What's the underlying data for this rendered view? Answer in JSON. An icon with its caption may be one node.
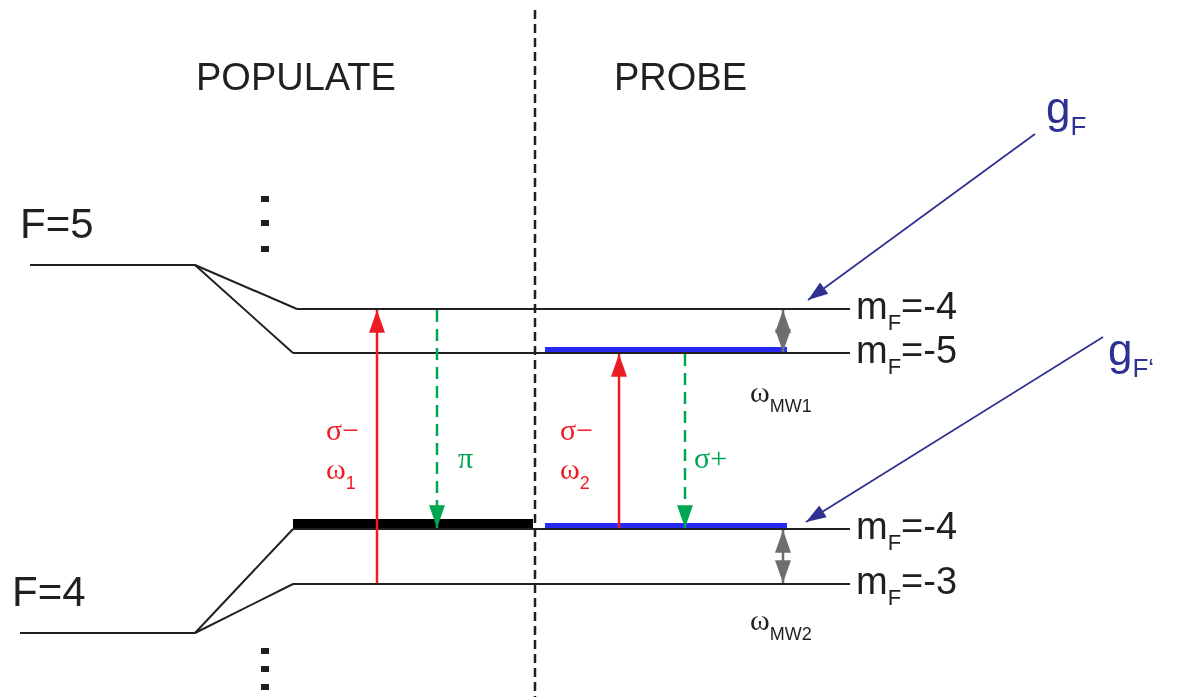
{
  "diagram": {
    "nodes": [
      {
        "text": [],
        "shape": "line",
        "beside": [
          "F=5"
        ]
      },
      {
        "text": [],
        "shape": "line",
        "beside": [
          "F=4"
        ]
      },
      {
        "text": [],
        "shape": "line",
        "beside": [
          "m$_{F}$=-4"
        ]
      },
      {
        "text": [],
        "shape": "line",
        "beside": [
          "m$_{F}$=-5"
        ]
      },
      {
        "text": [],
        "shape": "line",
        "beside": [
          "m$_{F}$=-4"
        ]
      },
      {
        "text": [],
        "shape": "line",
        "beside": [
          "m$_{F}$=-3"
        ]
      },
      {
        "text": [
          "g$_{F}$"
        ]
      },
      {
        "text": [
          "g$_{F‘}$"
        ]
      }
    ],
    "edges": [
      {
        "from": 0,
        "to": 2,
        "arrow": "none"
      },
      {
        "from": 0,
        "to": 3,
        "arrow": "none"
      },
      {
        "from": 1,
        "to": 4,
        "arrow": "none"
      },
      {
        "from": 1,
        "to": 5,
        "arrow": "none"
      },
      {
        "from": 5,
        "to": 2,
        "arrow": "to",
        "color": "#ed1c24",
        "label": "σ− ω$_{1}$"
      },
      {
        "from": 2,
        "to": 4,
        "arrow": "to",
        "style": "dashed",
        "color": "#00a651",
        "label": "π"
      },
      {
        "from": 4,
        "to": 3,
        "arrow": "to",
        "color": "#ed1c24",
        "label": "σ− ω$_{2}$"
      },
      {
        "from": 3,
        "to": 4,
        "arrow": "to",
        "style": "dashed",
        "color": "#00a651",
        "label": "σ+"
      },
      {
        "from": 2,
        "to": 3,
        "arrow": "both",
        "color": "#6d6e71",
        "label": "ω$_{MW1}$"
      },
      {
        "from": 4,
        "to": 5,
        "arrow": "both",
        "color": "#6d6e71",
        "label": "ω$_{MW2}$"
      },
      {
        "from": 6,
        "to": 2,
        "arrow": "to",
        "color": "#2e3192"
      },
      {
        "from": 7,
        "to": 4,
        "arrow": "to",
        "color": "#2e3192"
      }
    ],
    "labels": [
      "POPULATE",
      "PROBE"
    ]
  }
}
